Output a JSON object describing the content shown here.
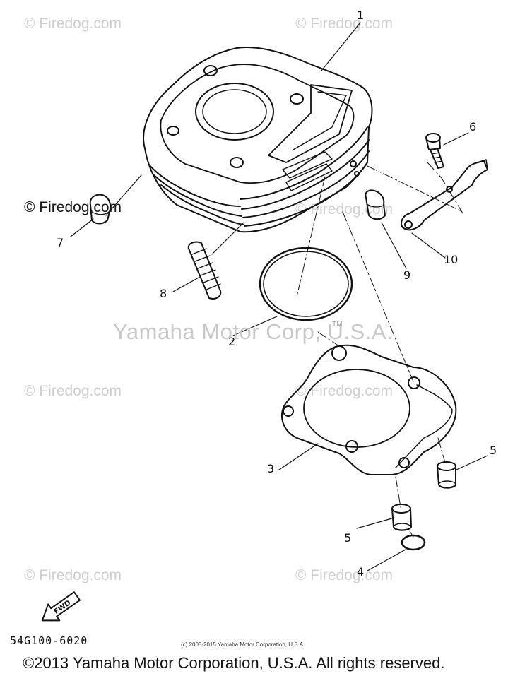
{
  "watermarks": {
    "firedog": "© Firedog.com",
    "center": "Yamaha Motor Corp, U.S.A.",
    "tm": "TM"
  },
  "callouts": {
    "p1": "1",
    "p2": "2",
    "p3": "3",
    "p4": "4",
    "p5a": "5",
    "p5b": "5",
    "p6": "6",
    "p7": "7",
    "p8": "8",
    "p9": "9",
    "p10": "10"
  },
  "fwd_label": "FWD",
  "part_code": "54G100-6020",
  "small_copyright": "(c) 2005-2015 Yamaha Motor Corporation, U.S.A.",
  "footer": "©2013 Yamaha Motor Corporation, U.S.A. All rights reserved."
}
